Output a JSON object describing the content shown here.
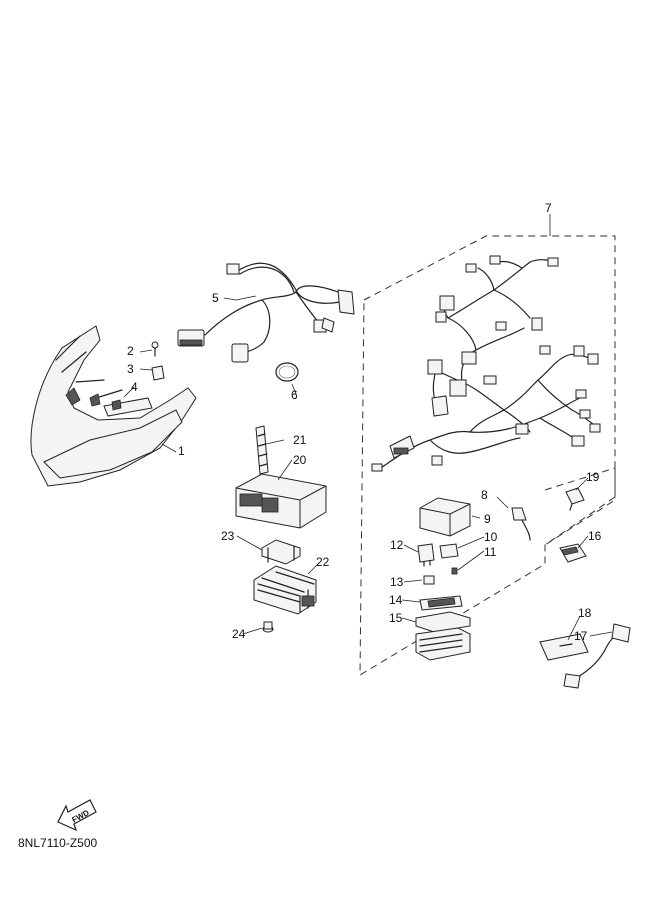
{
  "diagram_code": "8NL7110-Z500",
  "fwd_label": "FWD",
  "callouts": [
    "1",
    "2",
    "3",
    "4",
    "5",
    "6",
    "7",
    "8",
    "9",
    "10",
    "11",
    "12",
    "13",
    "14",
    "15",
    "16",
    "17",
    "18",
    "19",
    "20",
    "21",
    "22",
    "23",
    "24"
  ]
}
